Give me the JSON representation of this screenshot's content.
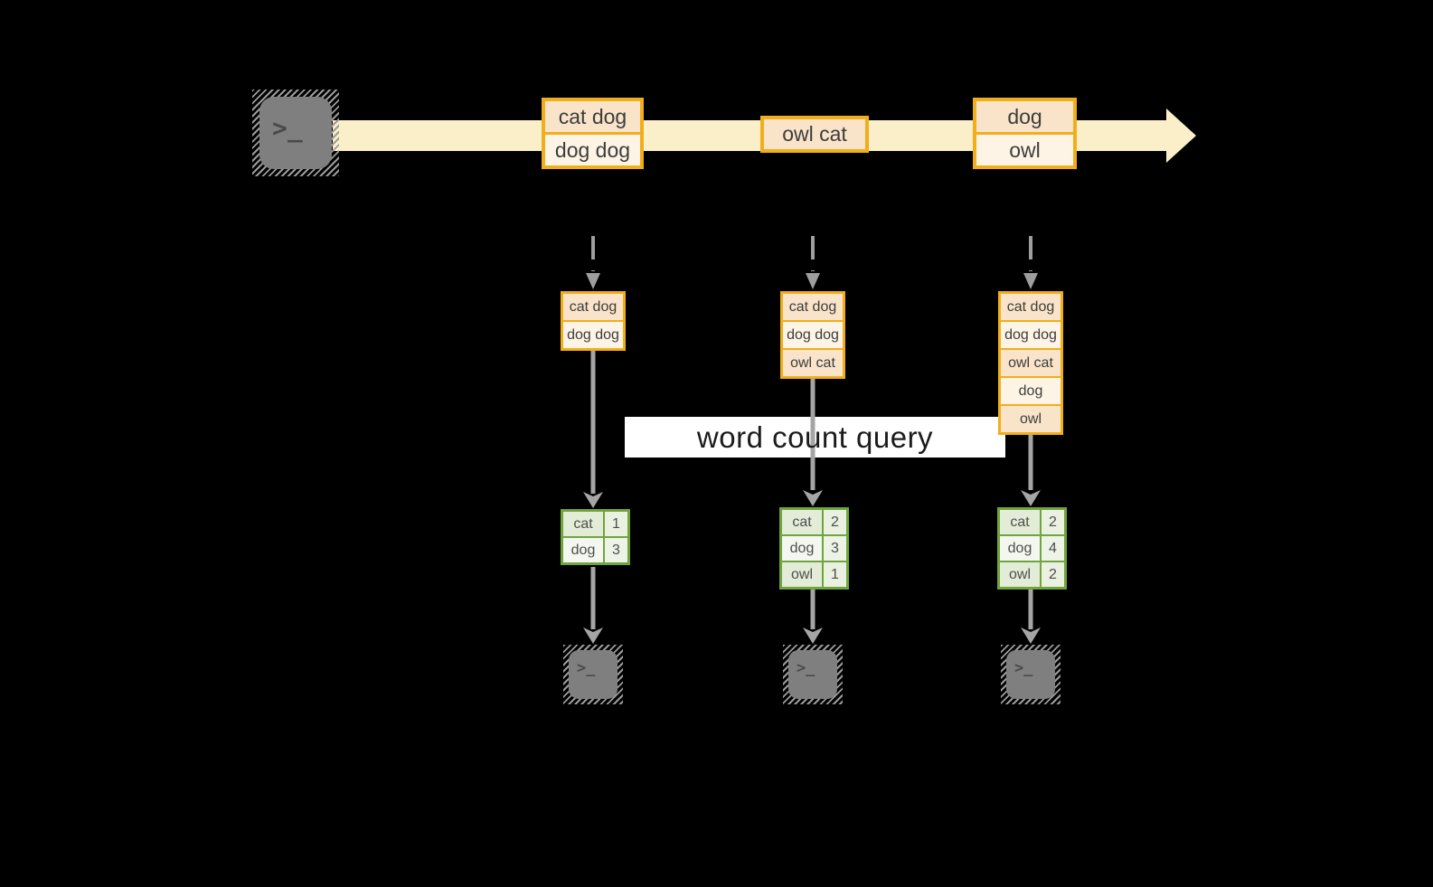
{
  "diagram": {
    "query_label": "word count query",
    "terminal_prompt": ">_",
    "stream_records": [
      {
        "lines": [
          "cat dog",
          "dog dog"
        ]
      },
      {
        "lines": [
          "owl cat"
        ]
      },
      {
        "lines": [
          "dog",
          "owl"
        ]
      }
    ],
    "windows": [
      {
        "lines": [
          "cat dog",
          "dog dog"
        ]
      },
      {
        "lines": [
          "cat dog",
          "dog dog",
          "owl cat"
        ]
      },
      {
        "lines": [
          "cat dog",
          "dog dog",
          "owl cat",
          "dog",
          "owl"
        ]
      }
    ],
    "counts": [
      {
        "rows": [
          {
            "word": "cat",
            "count": "1"
          },
          {
            "word": "dog",
            "count": "3"
          }
        ]
      },
      {
        "rows": [
          {
            "word": "cat",
            "count": "2"
          },
          {
            "word": "dog",
            "count": "3"
          },
          {
            "word": "owl",
            "count": "1"
          }
        ]
      },
      {
        "rows": [
          {
            "word": "cat",
            "count": "2"
          },
          {
            "word": "dog",
            "count": "4"
          },
          {
            "word": "owl",
            "count": "2"
          }
        ]
      }
    ],
    "icons": {
      "source": "terminal-icon",
      "sink_1": "terminal-icon",
      "sink_2": "terminal-icon",
      "sink_3": "terminal-icon"
    },
    "colors": {
      "background": "#000000",
      "stream_band": "#fbefca",
      "record_border": "#f1ae1b",
      "record_fill_peach": "#f9e3c9",
      "record_fill_cream": "#fdf4e5",
      "table_border": "#6fa53c",
      "table_fill_green": "#e2ecd6",
      "table_fill_light": "#f4f7ef",
      "arrow_gray": "#a5a5a5",
      "terminal_gray": "#7f7f7f",
      "query_background": "#ffffff",
      "cell_text": "#3d3d3d"
    }
  }
}
